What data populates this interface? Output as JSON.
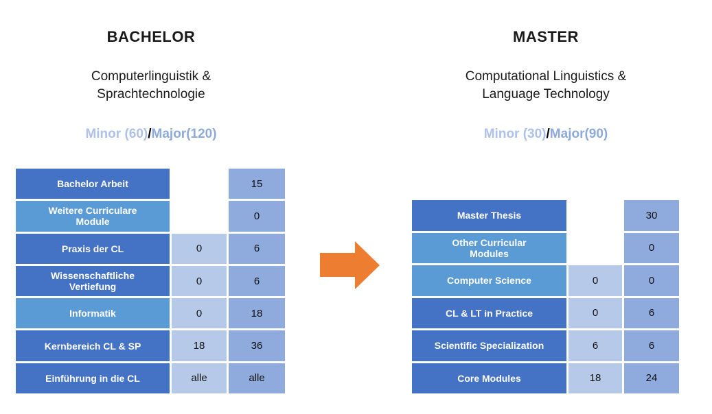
{
  "colors": {
    "label_dark": "#4472C4",
    "label_light": "#5B9BD5",
    "minor_cell": "#B7C9E8",
    "major_cell": "#8FAADC",
    "minor_text": "#AEC1E8",
    "major_text": "#8EAADB",
    "slash_text": "#000000",
    "arrow": "#ED7D31",
    "background": "#FFFFFF"
  },
  "bachelor": {
    "title": "BACHELOR",
    "subtitle": "Computerlinguistik &\nSprachtechnologie",
    "credits": {
      "minor": "Minor (60)",
      "slash": "/",
      "major": "Major(120)"
    },
    "rows": [
      {
        "label": "Bachelor Arbeit",
        "shade": "dark",
        "minor": "",
        "major": "15"
      },
      {
        "label": "Weitere Curriculare\nModule",
        "shade": "light",
        "minor": "",
        "major": "0"
      },
      {
        "label": "Praxis der CL",
        "shade": "dark",
        "minor": "0",
        "major": "6"
      },
      {
        "label": "Wissenschaftliche\nVertiefung",
        "shade": "dark",
        "minor": "0",
        "major": "6"
      },
      {
        "label": "Informatik",
        "shade": "light",
        "minor": "0",
        "major": "18"
      },
      {
        "label": "Kernbereich CL & SP",
        "shade": "dark",
        "minor": "18",
        "major": "36"
      },
      {
        "label": "Einführung in die CL",
        "shade": "dark",
        "minor": "alle",
        "major": "alle"
      }
    ]
  },
  "master": {
    "title": "MASTER",
    "subtitle": "Computational Linguistics &\nLanguage Technology",
    "credits": {
      "minor": "Minor (30)",
      "slash": "/",
      "major": "Major(90)"
    },
    "rows": [
      {
        "label": "Master Thesis",
        "shade": "dark",
        "minor": "",
        "major": "30"
      },
      {
        "label": "Other Curricular\nModules",
        "shade": "light",
        "minor": "",
        "major": "0"
      },
      {
        "label": "Computer Science",
        "shade": "light",
        "minor": "0",
        "major": "0"
      },
      {
        "label": "CL & LT in Practice",
        "shade": "dark",
        "minor": "0",
        "major": "6"
      },
      {
        "label": "Scientific Specialization",
        "shade": "dark",
        "minor": "6",
        "major": "6"
      },
      {
        "label": "Core Modules",
        "shade": "dark",
        "minor": "18",
        "major": "24"
      }
    ]
  },
  "arrow": {
    "meaning": "bachelor-to-master transition",
    "color": "#ED7D31"
  }
}
